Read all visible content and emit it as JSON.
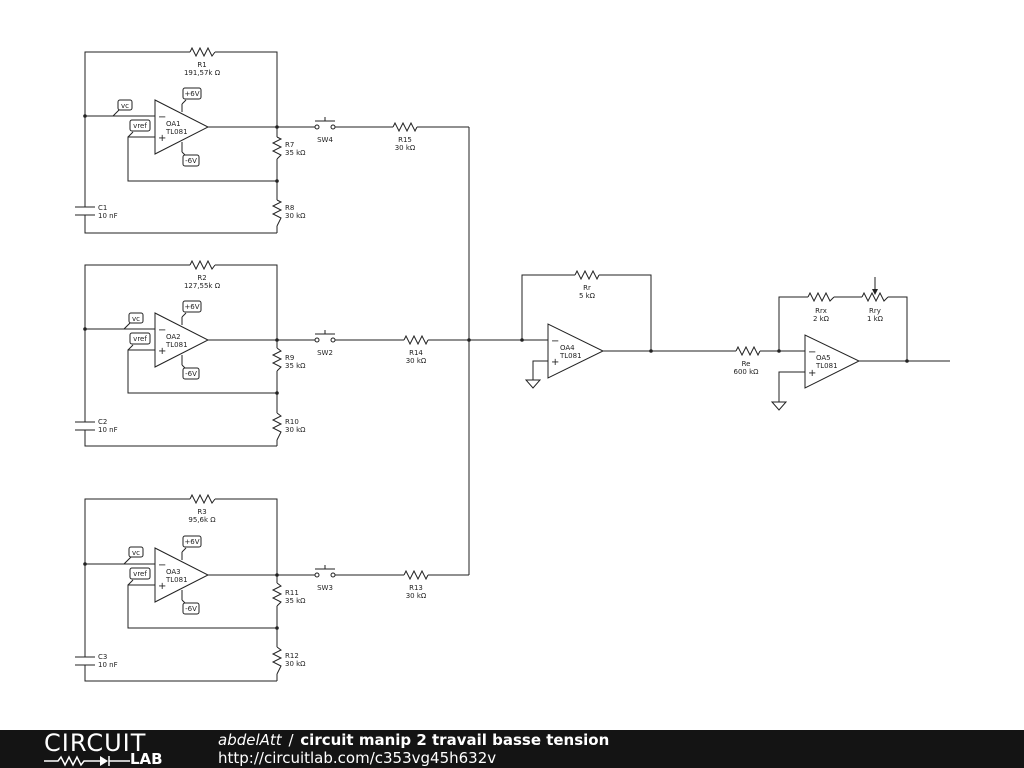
{
  "components": {
    "R1": {
      "name": "R1",
      "value": "191,57k Ω"
    },
    "R2": {
      "name": "R2",
      "value": "127,55k Ω"
    },
    "R3": {
      "name": "R3",
      "value": "95,6k Ω"
    },
    "R7": {
      "name": "R7",
      "value": "35 kΩ"
    },
    "R8": {
      "name": "R8",
      "value": "30 kΩ"
    },
    "R9": {
      "name": "R9",
      "value": "35 kΩ"
    },
    "R10": {
      "name": "R10",
      "value": "30 kΩ"
    },
    "R11": {
      "name": "R11",
      "value": "35 kΩ"
    },
    "R12": {
      "name": "R12",
      "value": "30 kΩ"
    },
    "R13": {
      "name": "R13",
      "value": "30 kΩ"
    },
    "R14": {
      "name": "R14",
      "value": "30 kΩ"
    },
    "R15": {
      "name": "R15",
      "value": "30 kΩ"
    },
    "Rr": {
      "name": "Rr",
      "value": "5 kΩ"
    },
    "Re": {
      "name": "Re",
      "value": "600 kΩ"
    },
    "Rrx": {
      "name": "Rrx",
      "value": "2 kΩ"
    },
    "Rry": {
      "name": "Rry",
      "value": "1 kΩ"
    },
    "C1": {
      "name": "C1",
      "value": "10 nF"
    },
    "C2": {
      "name": "C2",
      "value": "10 nF"
    },
    "C3": {
      "name": "C3",
      "value": "10 nF"
    },
    "SW2": {
      "name": "SW2"
    },
    "SW3": {
      "name": "SW3"
    },
    "SW4": {
      "name": "SW4"
    },
    "OA1": {
      "name": "OA1",
      "part": "TL081"
    },
    "OA2": {
      "name": "OA2",
      "part": "TL081"
    },
    "OA3": {
      "name": "OA3",
      "part": "TL081"
    },
    "OA4": {
      "name": "OA4",
      "part": "TL081"
    },
    "OA5": {
      "name": "OA5",
      "part": "TL081"
    }
  },
  "net_labels": {
    "vc": "vc",
    "vref": "vref",
    "pos_supply": "+6V",
    "neg_supply": "-6V"
  },
  "pin_marks": {
    "minus": "−",
    "plus": "+"
  },
  "footer": {
    "logo_circuit": "CIRCUIT",
    "logo_lab": "LAB",
    "author": "abdelAtt",
    "separator": "/",
    "title": "circuit manip 2 travail basse tension",
    "url": "http://circuitlab.com/c353vg45h632v"
  },
  "colors": {
    "footer_bg": "#141414",
    "ink": "#222222"
  }
}
